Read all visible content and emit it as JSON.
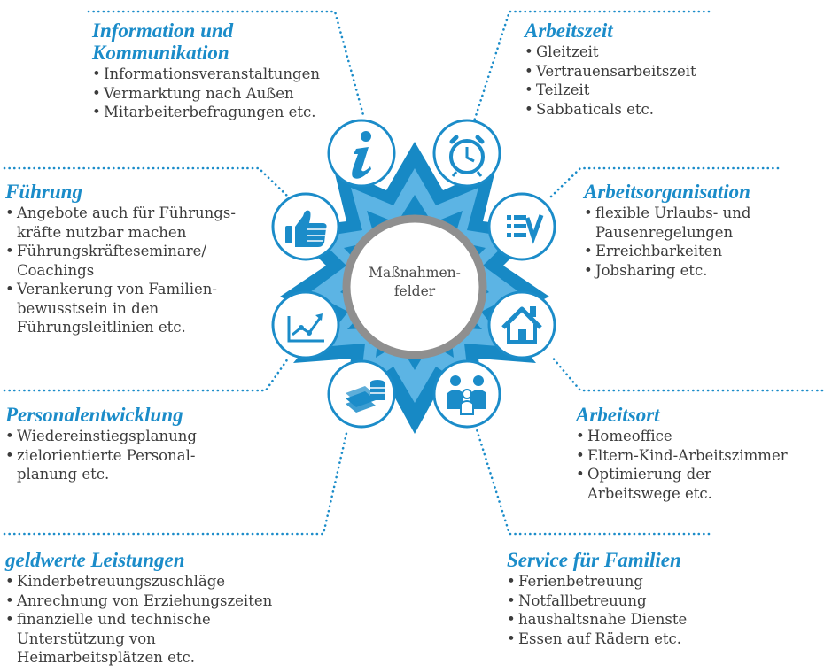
{
  "center_label": "Maßnahmen-\nfelder",
  "colors": {
    "accent": "#1b8cc9",
    "ring": "#8f8f8f",
    "text": "#3c3c3c"
  },
  "blocks": [
    {
      "id": "information",
      "title": "Information und\nKommunikation",
      "items": [
        "Informationsveranstaltungen",
        "Vermarktung nach Außen",
        "Mitarbeiterbefragungen etc."
      ]
    },
    {
      "id": "arbeitszeit",
      "title": "Arbeitszeit",
      "items": [
        "Gleitzeit",
        "Vertrauensarbeitszeit",
        "Teilzeit",
        "Sabbaticals etc."
      ]
    },
    {
      "id": "fuehrung",
      "title": "Führung",
      "items": [
        "Angebote auch für Führungs-\nkräfte nutzbar machen",
        "Führungskräfteseminare/\nCoachings",
        "Verankerung von Familien-\nbewusstsein in den\nFührungsleitlinien etc."
      ]
    },
    {
      "id": "arbeitsorganisation",
      "title": "Arbeitsorganisation",
      "items": [
        "flexible Urlaubs- und\nPausenregelungen",
        "Erreichbarkeiten",
        "Jobsharing etc."
      ]
    },
    {
      "id": "personalentwicklung",
      "title": "Personalentwicklung",
      "items": [
        "Wiedereinstiegsplanung",
        "zielorientierte Personal-\nplanung etc."
      ]
    },
    {
      "id": "arbeitsort",
      "title": "Arbeitsort",
      "items": [
        "Homeoffice",
        "Eltern-Kind-Arbeitszimmer",
        "Optimierung der\nArbeitswege etc."
      ]
    },
    {
      "id": "geldwerte",
      "title": "geldwerte Leistungen",
      "items": [
        "Kinderbetreuungszuschläge",
        "Anrechnung von Erziehungszeiten",
        "finanzielle und technische\nUnterstützung von\nHeimarbeitsplätzen etc."
      ]
    },
    {
      "id": "service",
      "title": "Service für Familien",
      "items": [
        "Ferienbetreuung",
        "Notfallbetreuung",
        "haushaltsnahe Dienste",
        "Essen auf Rädern etc."
      ]
    }
  ],
  "icons": [
    "info-icon",
    "alarm-clock-icon",
    "checklist-icon",
    "house-icon",
    "family-icon",
    "money-stack-icon",
    "growth-chart-icon",
    "thumbs-up-icon"
  ]
}
